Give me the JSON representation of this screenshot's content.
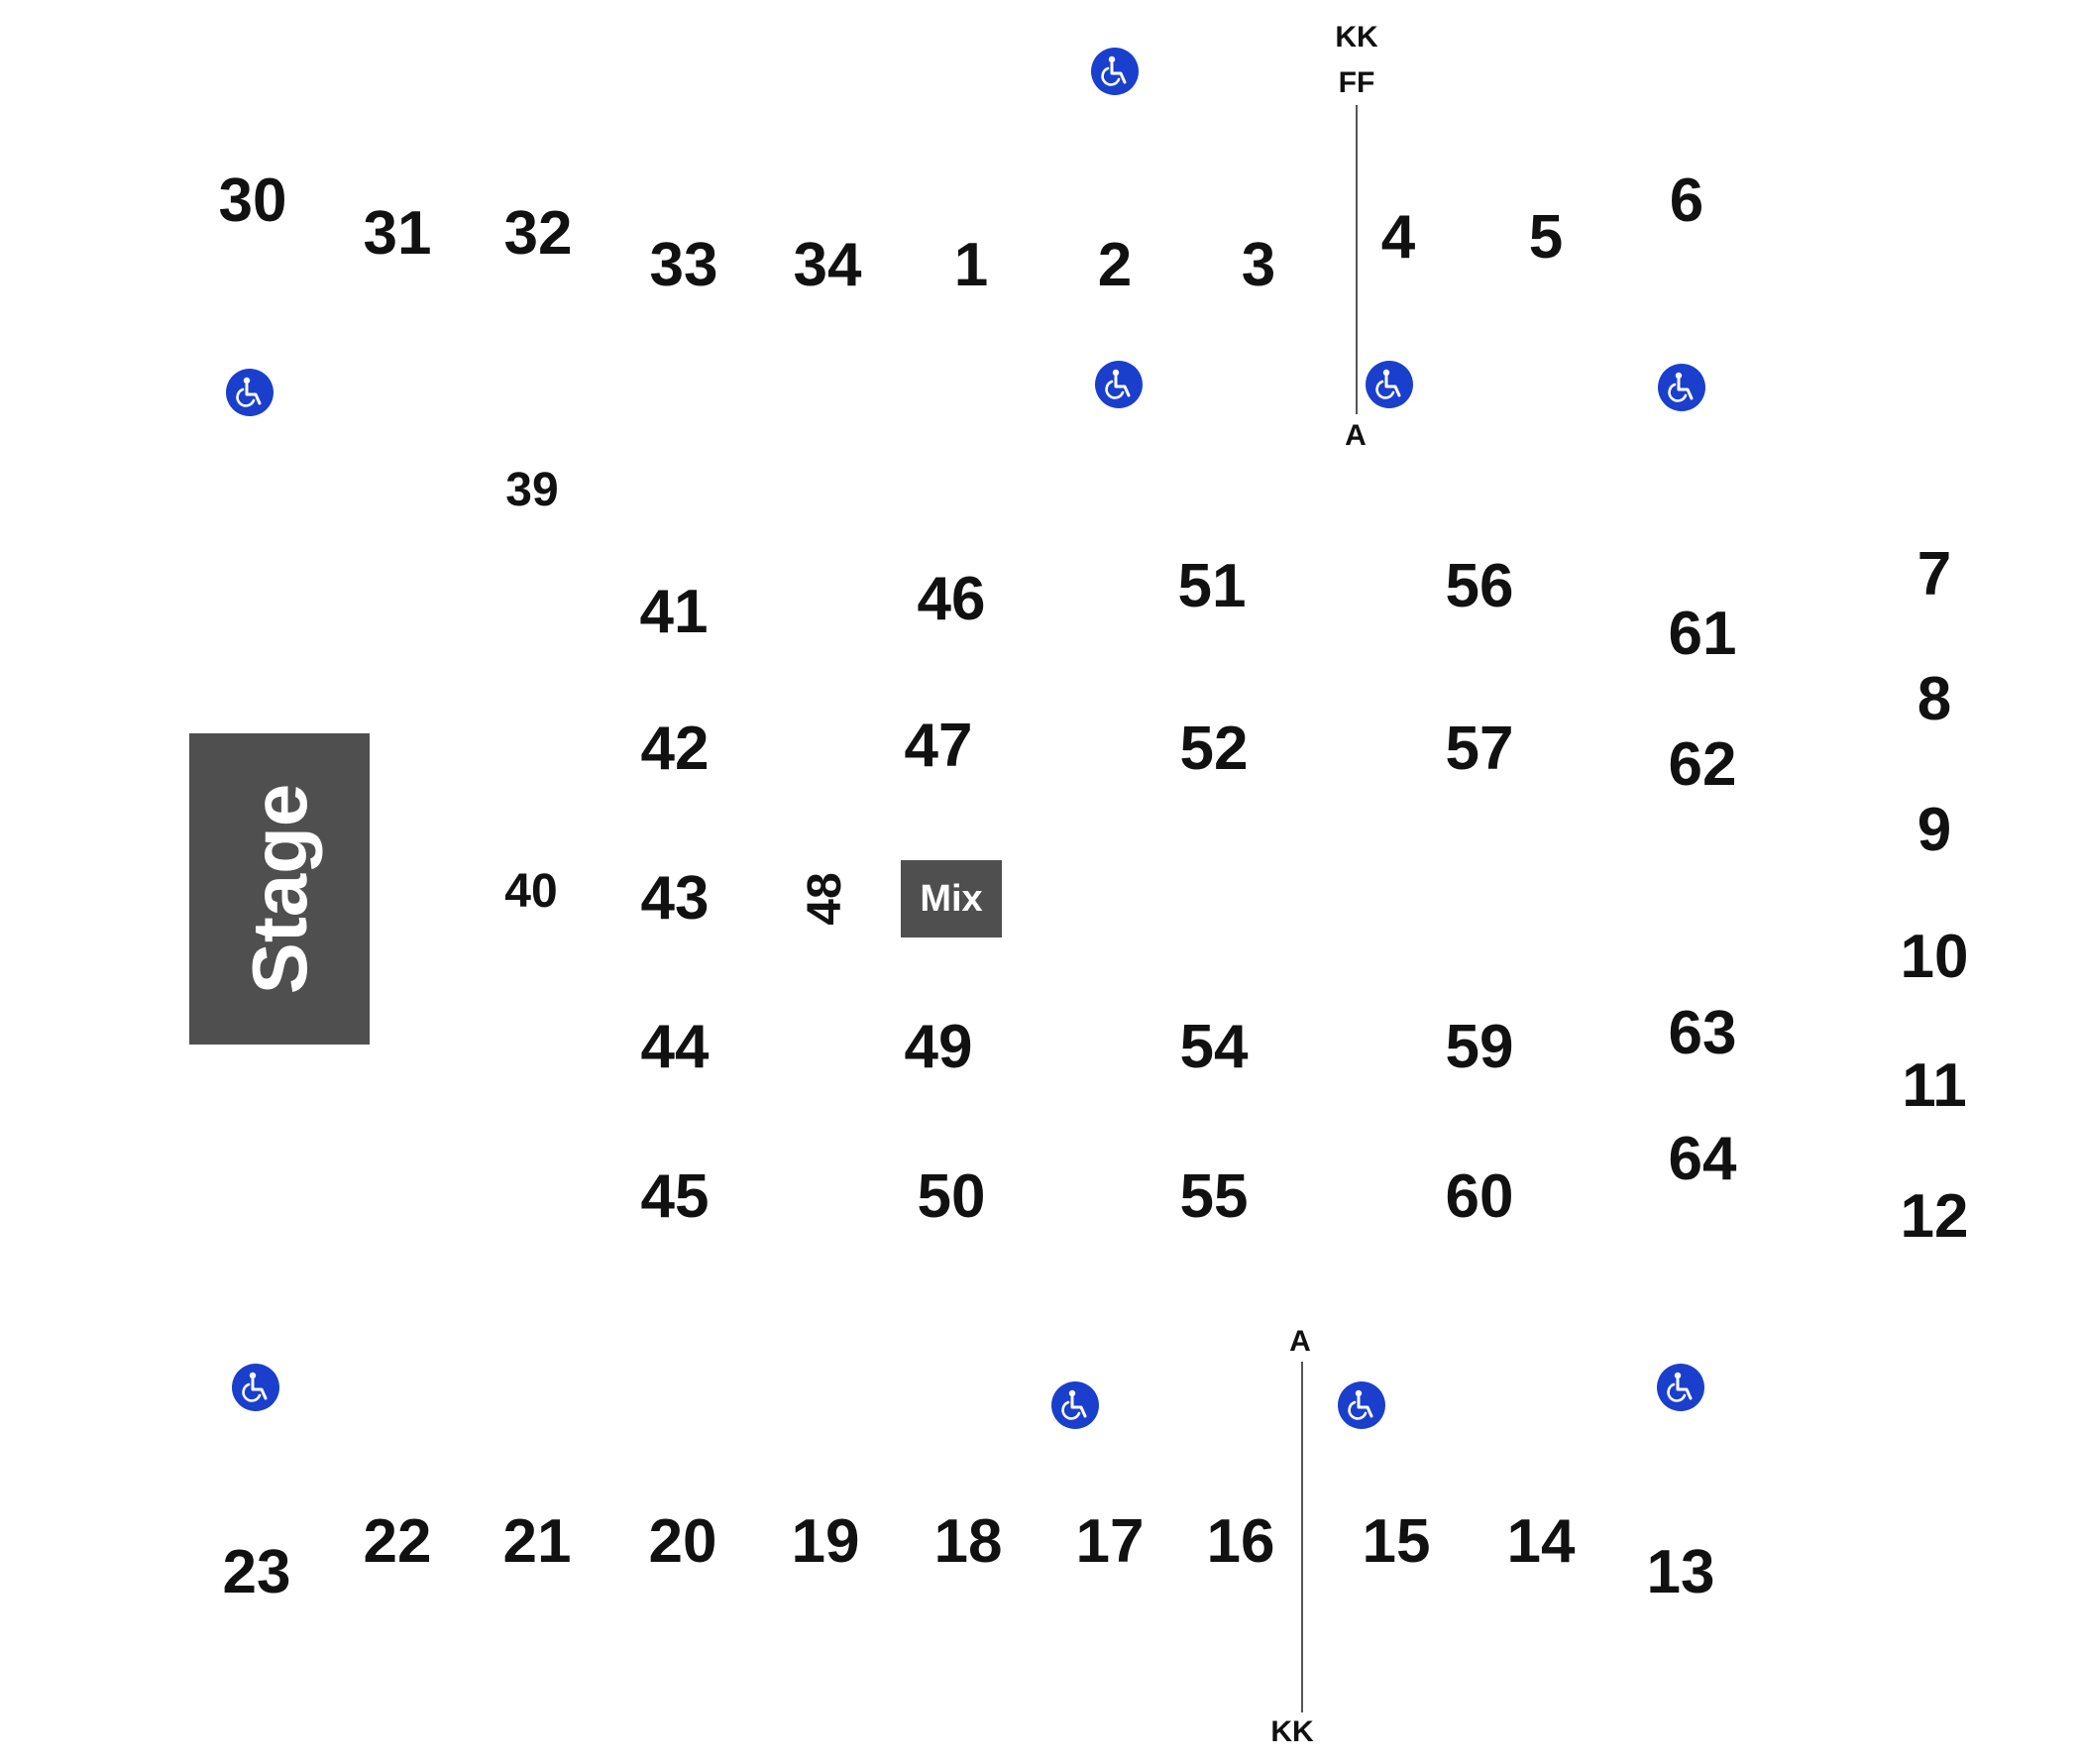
{
  "venue_map": {
    "stage_label": "Stage",
    "mix_label": "Mix",
    "sections": {
      "s1": "1",
      "s2": "2",
      "s3": "3",
      "s4": "4",
      "s5": "5",
      "s6": "6",
      "s7": "7",
      "s8": "8",
      "s9": "9",
      "s10": "10",
      "s11": "11",
      "s12": "12",
      "s13": "13",
      "s14": "14",
      "s15": "15",
      "s16": "16",
      "s17": "17",
      "s18": "18",
      "s19": "19",
      "s20": "20",
      "s21": "21",
      "s22": "22",
      "s23": "23",
      "s30": "30",
      "s31": "31",
      "s32": "32",
      "s33": "33",
      "s34": "34",
      "s39": "39",
      "s40": "40",
      "s41": "41",
      "s42": "42",
      "s43": "43",
      "s44": "44",
      "s45": "45",
      "s46": "46",
      "s47": "47",
      "s48": "48",
      "s49": "49",
      "s50": "50",
      "s51": "51",
      "s52": "52",
      "s54": "54",
      "s55": "55",
      "s56": "56",
      "s57": "57",
      "s59": "59",
      "s60": "60",
      "s61": "61",
      "s62": "62",
      "s63": "63",
      "s64": "64"
    },
    "row_markers": {
      "top_kk": "KK",
      "top_ff": "FF",
      "top_a": "A",
      "bottom_a": "A",
      "bottom_kk": "KK"
    },
    "accessible_icon": "wheelchair-icon",
    "colors": {
      "accessible": "#1a3fcc",
      "stage": "#4f4f4f",
      "text": "#111111"
    }
  }
}
